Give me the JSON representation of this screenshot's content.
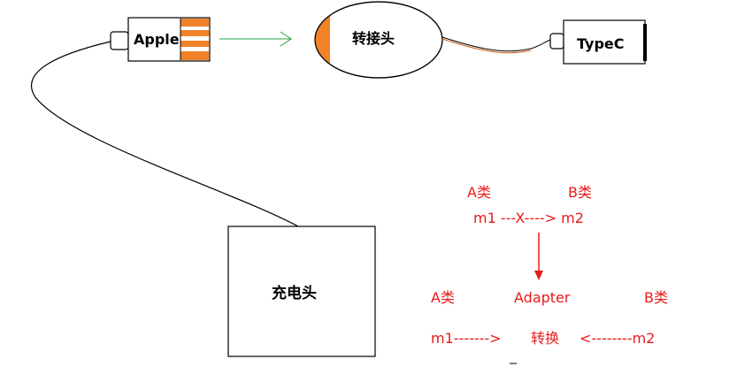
{
  "labels": {
    "apple": "Apple",
    "adapter_head": "转接头",
    "typec": "TypeC",
    "charger": "充电头"
  },
  "explanation": {
    "top_class_a": "A类",
    "top_class_b": "B类",
    "direct_call": "m1 ---X----> m2",
    "bottom_class_a": "A类",
    "adapter": "Adapter",
    "bottom_class_b": "B类",
    "left_call": "m1------->",
    "convert": "转换",
    "right_call": "<--------m2"
  },
  "colors": {
    "orange": "#f08228",
    "green_arrow": "#20a040",
    "red_text": "#e81a1a",
    "cable": "#000000",
    "cable_accent": "#d05a10"
  }
}
